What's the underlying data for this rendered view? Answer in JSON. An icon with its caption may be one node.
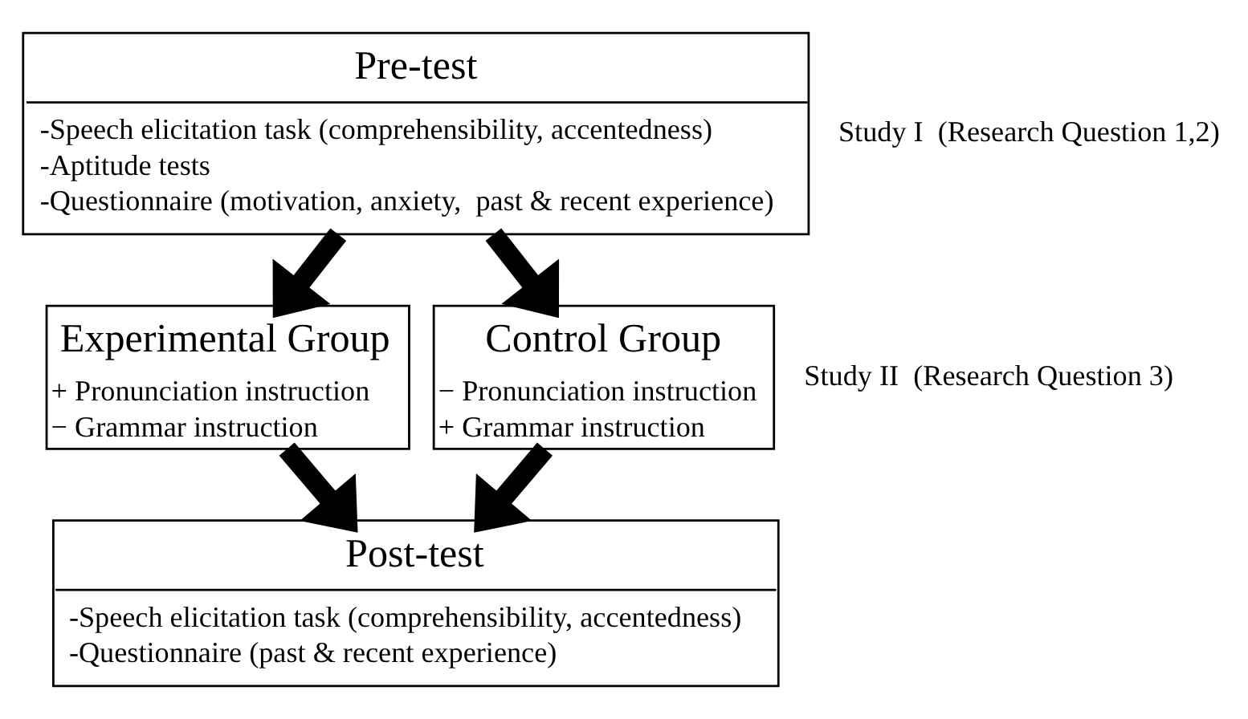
{
  "diagram": {
    "nodes": [
      {
        "text": [
          "Pre-test",
          "-Speech elicitation task (comprehensibility, accentedness)",
          "-Aptitude tests",
          "-Questionnaire (motivation, anxiety,  past & recent experience)"
        ]
      },
      {
        "text": [
          "Experimental Group",
          "+ Pronunciation instruction",
          "− Grammar instruction"
        ]
      },
      {
        "text": [
          "Control Group",
          "− Pronunciation instruction",
          "+ Grammar instruction"
        ]
      },
      {
        "text": [
          "Post-test",
          "-Speech elicitation task (comprehensibility, accentedness)",
          "-Questionnaire (past & recent experience)"
        ]
      }
    ],
    "edges": [
      {
        "from": 0,
        "to": 1,
        "arrow": "to"
      },
      {
        "from": 0,
        "to": 2,
        "arrow": "to"
      },
      {
        "from": 1,
        "to": 3,
        "arrow": "to"
      },
      {
        "from": 2,
        "to": 3,
        "arrow": "to"
      }
    ],
    "labels": [
      "Study I  (Research Question 1,2)",
      "Study II  (Research Question 3)"
    ]
  }
}
